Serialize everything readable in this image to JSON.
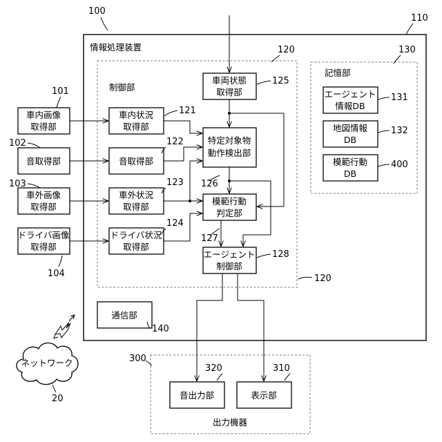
{
  "labels": {
    "r100": "100",
    "r110": "110",
    "device": "情報処理装置",
    "r120a": "120",
    "r120b": "120",
    "control": "制御部",
    "r130": "130",
    "storage": "記憶部",
    "vehicle_state_1": "車両状態",
    "vehicle_state_2": "取得部",
    "r125": "125",
    "in_cam_1": "車内画像",
    "in_cam_2": "取得部",
    "r101": "101",
    "in_status_1": "車内状況",
    "in_status_2": "取得部",
    "r121": "121",
    "detect_1": "特定対象物",
    "detect_2": "動作検出部",
    "sound_acq": "音取得部",
    "r102": "102",
    "sound_get": "音取得部",
    "r122": "122",
    "out_cam_1": "車外画像",
    "out_cam_2": "取得部",
    "r103": "103",
    "out_status_1": "車外状況",
    "out_status_2": "取得部",
    "r123": "123",
    "r126": "126",
    "model_judge_1": "模範行動",
    "model_judge_2": "判定部",
    "driver_cam_1": "ドライバ画像",
    "driver_cam_2": "取得部",
    "driver_status_1": "ドライバ状況",
    "driver_status_2": "取得部",
    "r124": "124",
    "r127": "127",
    "agent_ctrl_1": "エージェント",
    "agent_ctrl_2": "制御部",
    "r128": "128",
    "r104": "104",
    "agent_db_1": "エージェント",
    "agent_db_2": "情報DB",
    "r131": "131",
    "map_db_1": "地図情報",
    "map_db_2": "DB",
    "r132": "132",
    "model_db_1": "模範行動",
    "model_db_2": "DB",
    "r400": "400",
    "comm": "通信部",
    "r140": "140",
    "network": "ネットワーク",
    "r20": "20",
    "r300": "300",
    "r320": "320",
    "r310": "310",
    "sound_out": "音出力部",
    "display": "表示部",
    "output_devices": "出力機器"
  }
}
